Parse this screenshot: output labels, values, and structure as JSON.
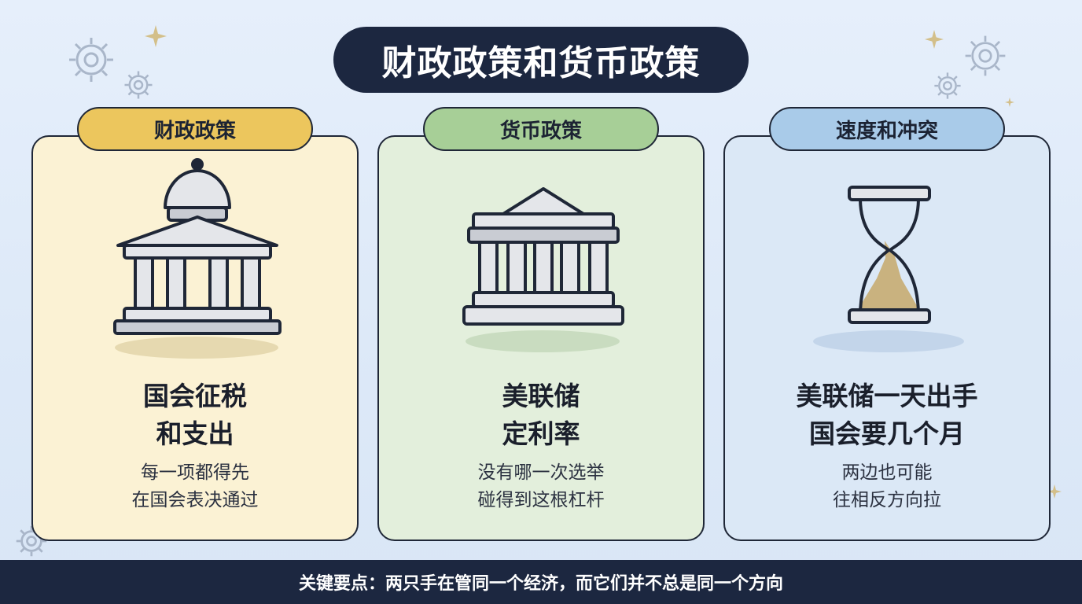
{
  "title": "财政政策和货币政策",
  "cards": [
    {
      "tab": "财政政策",
      "icon": "capitol-building-icon",
      "headline": [
        "国会征税",
        "和支出"
      ],
      "sub": [
        "每一项都得先",
        "在国会表决通过"
      ]
    },
    {
      "tab": "货币政策",
      "icon": "bank-building-icon",
      "headline": [
        "美联储",
        "定利率"
      ],
      "sub": [
        "没有哪一次选举",
        "碰得到这根杠杆"
      ]
    },
    {
      "tab": "速度和冲突",
      "icon": "hourglass-icon",
      "headline": [
        "美联储一天出手",
        "国会要几个月"
      ],
      "sub": [
        "两边也可能",
        "往相反方向拉"
      ]
    }
  ],
  "footer": "关键要点：两只手在管同一个经济，而它们并不总是同一个方向",
  "colors": {
    "navy": "#1c2740",
    "tab_fiscal": "#ecc65d",
    "tab_monetary": "#a7cf97",
    "tab_speed": "#a9cbe9",
    "card_fiscal": "#fbf2d4",
    "card_monetary": "#e3efdc",
    "card_speed": "#dbe8f6"
  }
}
